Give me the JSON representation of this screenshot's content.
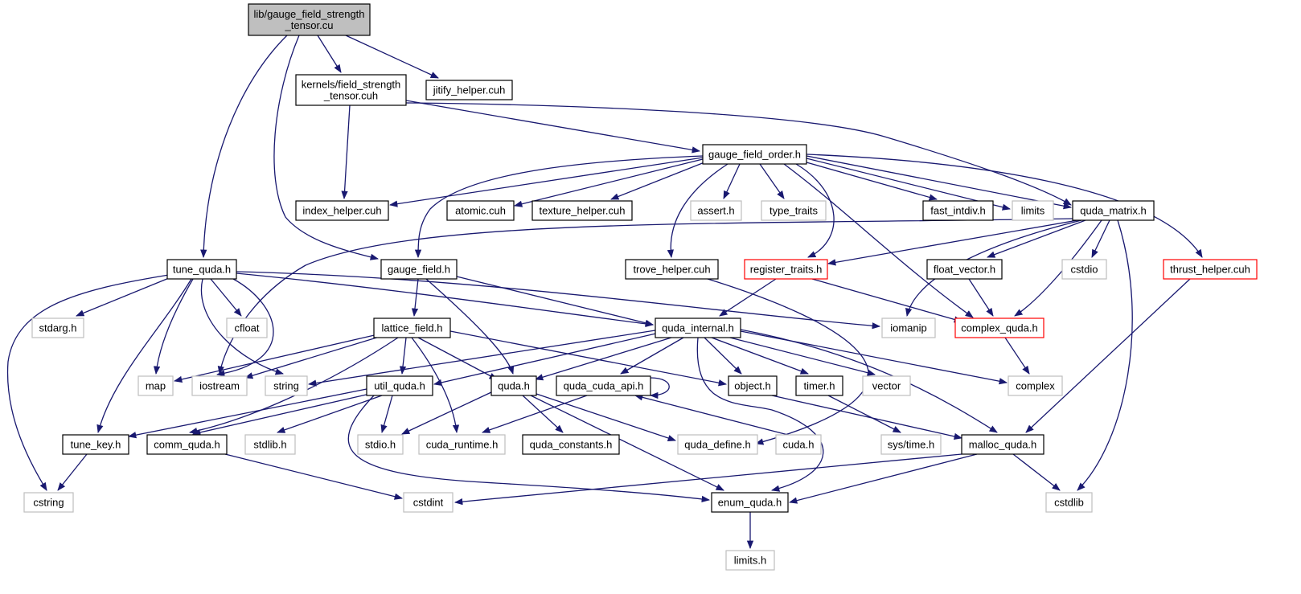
{
  "diagram": {
    "kind": "include-dependency-graph",
    "colors": {
      "edge": "#191970",
      "node_border": "#000000",
      "root_fill": "#bfbfbf",
      "system_header_border": "#bfbfbf",
      "truncated_node_border": "#ff0000"
    },
    "nodes": [
      {
        "id": "root",
        "label": [
          "lib/gauge_field_strength",
          "_tensor.cu"
        ],
        "style": "root"
      },
      {
        "id": "kfst",
        "label": [
          "kernels/field_strength",
          "_tensor.cuh"
        ],
        "style": "normal"
      },
      {
        "id": "jitify",
        "label": [
          "jitify_helper.cuh"
        ],
        "style": "normal"
      },
      {
        "id": "gfo",
        "label": [
          "gauge_field_order.h"
        ],
        "style": "normal"
      },
      {
        "id": "index_helper",
        "label": [
          "index_helper.cuh"
        ],
        "style": "normal"
      },
      {
        "id": "atomic",
        "label": [
          "atomic.cuh"
        ],
        "style": "normal"
      },
      {
        "id": "texture_helper",
        "label": [
          "texture_helper.cuh"
        ],
        "style": "normal"
      },
      {
        "id": "assert",
        "label": [
          "assert.h"
        ],
        "style": "system"
      },
      {
        "id": "type_traits",
        "label": [
          "type_traits"
        ],
        "style": "system"
      },
      {
        "id": "fast_intdiv",
        "label": [
          "fast_intdiv.h"
        ],
        "style": "normal"
      },
      {
        "id": "limits",
        "label": [
          "limits"
        ],
        "style": "system"
      },
      {
        "id": "quda_matrix",
        "label": [
          "quda_matrix.h"
        ],
        "style": "normal"
      },
      {
        "id": "tune_quda",
        "label": [
          "tune_quda.h"
        ],
        "style": "normal"
      },
      {
        "id": "gauge_field",
        "label": [
          "gauge_field.h"
        ],
        "style": "normal"
      },
      {
        "id": "trove_helper",
        "label": [
          "trove_helper.cuh"
        ],
        "style": "normal"
      },
      {
        "id": "register_traits",
        "label": [
          "register_traits.h"
        ],
        "style": "truncated"
      },
      {
        "id": "float_vector",
        "label": [
          "float_vector.h"
        ],
        "style": "normal"
      },
      {
        "id": "cstdio",
        "label": [
          "cstdio"
        ],
        "style": "system"
      },
      {
        "id": "thrust_helper",
        "label": [
          "thrust_helper.cuh"
        ],
        "style": "truncated"
      },
      {
        "id": "stdarg",
        "label": [
          "stdarg.h"
        ],
        "style": "system"
      },
      {
        "id": "cfloat",
        "label": [
          "cfloat"
        ],
        "style": "system"
      },
      {
        "id": "lattice_field",
        "label": [
          "lattice_field.h"
        ],
        "style": "normal"
      },
      {
        "id": "quda_internal",
        "label": [
          "quda_internal.h"
        ],
        "style": "normal"
      },
      {
        "id": "iomanip",
        "label": [
          "iomanip"
        ],
        "style": "system"
      },
      {
        "id": "complex_quda",
        "label": [
          "complex_quda.h"
        ],
        "style": "truncated"
      },
      {
        "id": "map",
        "label": [
          "map"
        ],
        "style": "system"
      },
      {
        "id": "iostream",
        "label": [
          "iostream"
        ],
        "style": "system"
      },
      {
        "id": "string",
        "label": [
          "string"
        ],
        "style": "system"
      },
      {
        "id": "util_quda",
        "label": [
          "util_quda.h"
        ],
        "style": "normal"
      },
      {
        "id": "quda",
        "label": [
          "quda.h"
        ],
        "style": "normal"
      },
      {
        "id": "quda_cuda_api",
        "label": [
          "quda_cuda_api.h"
        ],
        "style": "normal"
      },
      {
        "id": "object",
        "label": [
          "object.h"
        ],
        "style": "normal"
      },
      {
        "id": "timer",
        "label": [
          "timer.h"
        ],
        "style": "normal"
      },
      {
        "id": "vector",
        "label": [
          "vector"
        ],
        "style": "system"
      },
      {
        "id": "complex",
        "label": [
          "complex"
        ],
        "style": "system"
      },
      {
        "id": "tune_key",
        "label": [
          "tune_key.h"
        ],
        "style": "normal"
      },
      {
        "id": "comm_quda",
        "label": [
          "comm_quda.h"
        ],
        "style": "normal"
      },
      {
        "id": "stdlib",
        "label": [
          "stdlib.h"
        ],
        "style": "system"
      },
      {
        "id": "stdio",
        "label": [
          "stdio.h"
        ],
        "style": "system"
      },
      {
        "id": "cuda_runtime",
        "label": [
          "cuda_runtime.h"
        ],
        "style": "system"
      },
      {
        "id": "quda_constants",
        "label": [
          "quda_constants.h"
        ],
        "style": "normal"
      },
      {
        "id": "quda_define",
        "label": [
          "quda_define.h"
        ],
        "style": "system"
      },
      {
        "id": "cuda",
        "label": [
          "cuda.h"
        ],
        "style": "system"
      },
      {
        "id": "sys_time",
        "label": [
          "sys/time.h"
        ],
        "style": "system"
      },
      {
        "id": "malloc_quda",
        "label": [
          "malloc_quda.h"
        ],
        "style": "normal"
      },
      {
        "id": "cstring",
        "label": [
          "cstring"
        ],
        "style": "system"
      },
      {
        "id": "cstdint",
        "label": [
          "cstdint"
        ],
        "style": "system"
      },
      {
        "id": "enum_quda",
        "label": [
          "enum_quda.h"
        ],
        "style": "normal"
      },
      {
        "id": "cstdlib",
        "label": [
          "cstdlib"
        ],
        "style": "system"
      },
      {
        "id": "limits_h",
        "label": [
          "limits.h"
        ],
        "style": "system"
      }
    ],
    "edges": [
      [
        "root",
        "kfst"
      ],
      [
        "root",
        "jitify"
      ],
      [
        "root",
        "tune_quda"
      ],
      [
        "root",
        "gauge_field"
      ],
      [
        "kfst",
        "gfo"
      ],
      [
        "kfst",
        "index_helper"
      ],
      [
        "kfst",
        "quda_matrix"
      ],
      [
        "gfo",
        "index_helper"
      ],
      [
        "gfo",
        "atomic"
      ],
      [
        "gfo",
        "texture_helper"
      ],
      [
        "gfo",
        "assert"
      ],
      [
        "gfo",
        "type_traits"
      ],
      [
        "gfo",
        "fast_intdiv"
      ],
      [
        "gfo",
        "limits"
      ],
      [
        "gfo",
        "quda_matrix"
      ],
      [
        "gfo",
        "thrust_helper"
      ],
      [
        "gfo",
        "gauge_field"
      ],
      [
        "gfo",
        "trove_helper"
      ],
      [
        "gfo",
        "register_traits"
      ],
      [
        "gfo",
        "complex_quda"
      ],
      [
        "quda_matrix",
        "register_traits"
      ],
      [
        "quda_matrix",
        "float_vector"
      ],
      [
        "quda_matrix",
        "cstdio"
      ],
      [
        "quda_matrix",
        "complex_quda"
      ],
      [
        "quda_matrix",
        "iomanip"
      ],
      [
        "quda_matrix",
        "iostream"
      ],
      [
        "quda_matrix",
        "cstdlib"
      ],
      [
        "thrust_helper",
        "malloc_quda"
      ],
      [
        "tune_quda",
        "stdarg"
      ],
      [
        "tune_quda",
        "cfloat"
      ],
      [
        "tune_quda",
        "map"
      ],
      [
        "tune_quda",
        "iostream"
      ],
      [
        "tune_quda",
        "string"
      ],
      [
        "tune_quda",
        "cstring"
      ],
      [
        "tune_quda",
        "tune_key"
      ],
      [
        "tune_quda",
        "quda_internal"
      ],
      [
        "tune_quda",
        "iomanip"
      ],
      [
        "gauge_field",
        "lattice_field"
      ],
      [
        "gauge_field",
        "quda_internal"
      ],
      [
        "gauge_field",
        "quda"
      ],
      [
        "trove_helper",
        "quda_define"
      ],
      [
        "register_traits",
        "quda_internal"
      ],
      [
        "register_traits",
        "complex_quda"
      ],
      [
        "float_vector",
        "complex_quda"
      ],
      [
        "complex_quda",
        "complex"
      ],
      [
        "lattice_field",
        "map"
      ],
      [
        "lattice_field",
        "iostream"
      ],
      [
        "lattice_field",
        "util_quda"
      ],
      [
        "lattice_field",
        "quda"
      ],
      [
        "lattice_field",
        "cuda_runtime"
      ],
      [
        "lattice_field",
        "object"
      ],
      [
        "lattice_field",
        "comm_quda"
      ],
      [
        "quda_internal",
        "string"
      ],
      [
        "quda_internal",
        "util_quda"
      ],
      [
        "quda_internal",
        "quda"
      ],
      [
        "quda_internal",
        "quda_cuda_api"
      ],
      [
        "quda_internal",
        "object"
      ],
      [
        "quda_internal",
        "timer"
      ],
      [
        "quda_internal",
        "vector"
      ],
      [
        "quda_internal",
        "complex"
      ],
      [
        "quda_internal",
        "malloc_quda"
      ],
      [
        "quda_internal",
        "enum_quda"
      ],
      [
        "util_quda",
        "tune_key"
      ],
      [
        "util_quda",
        "comm_quda"
      ],
      [
        "util_quda",
        "stdlib"
      ],
      [
        "util_quda",
        "stdio"
      ],
      [
        "util_quda",
        "enum_quda"
      ],
      [
        "quda",
        "stdio"
      ],
      [
        "quda",
        "quda_constants"
      ],
      [
        "quda",
        "quda_define"
      ],
      [
        "quda",
        "enum_quda"
      ],
      [
        "quda_cuda_api",
        "quda_cuda_api"
      ],
      [
        "quda_cuda_api",
        "cuda_runtime"
      ],
      [
        "quda_cuda_api",
        "cuda"
      ],
      [
        "object",
        "malloc_quda"
      ],
      [
        "timer",
        "sys_time"
      ],
      [
        "tune_key",
        "cstring"
      ],
      [
        "comm_quda",
        "cstdint"
      ],
      [
        "malloc_quda",
        "cstdint"
      ],
      [
        "malloc_quda",
        "enum_quda"
      ],
      [
        "malloc_quda",
        "cstdlib"
      ],
      [
        "enum_quda",
        "limits_h"
      ]
    ]
  }
}
